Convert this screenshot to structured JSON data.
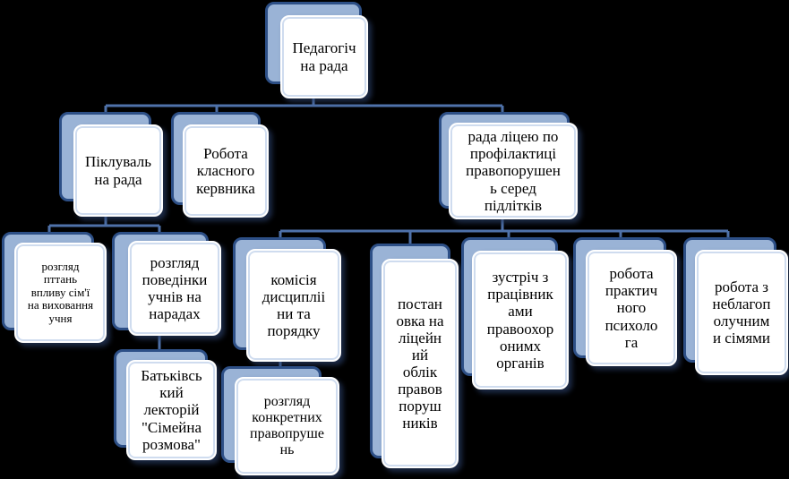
{
  "diagram": {
    "nodes": {
      "root": "Педагогіч\nна рада",
      "care": "Піклуваль\nна рада",
      "class": "Робота\nкласного\nкервника",
      "lyceum": "рада ліцею  по\nпрофілактиці\nправопорушен\nь серед\nпідлітків",
      "family": "розгляд\nпттань\nвпливу сім'ї\nна виховання\nучня",
      "behavior": "розгляд\nповедінки\nучнів на\nнарадах",
      "parents": "Батьківсь\nкий\nлекторій\n\"Сімейна\nрозмова\"",
      "discipline": "комісія\nдисципліі\nни та\nпорядку",
      "cases": "розгляд\nконкретних\nправопруше\nнь",
      "registry": "постан\nовка на\nліцейн\nий\nоблік\nправов\nпоруш\nників",
      "police": "зустріч з\nпрацівник\nами\nправоохор\nонимх\nорганів",
      "psych": "робота\nпрактич\nного\nпсихоло\nга",
      "families": "робота з\nнеблагоп\nолучним\nи сімями"
    }
  }
}
